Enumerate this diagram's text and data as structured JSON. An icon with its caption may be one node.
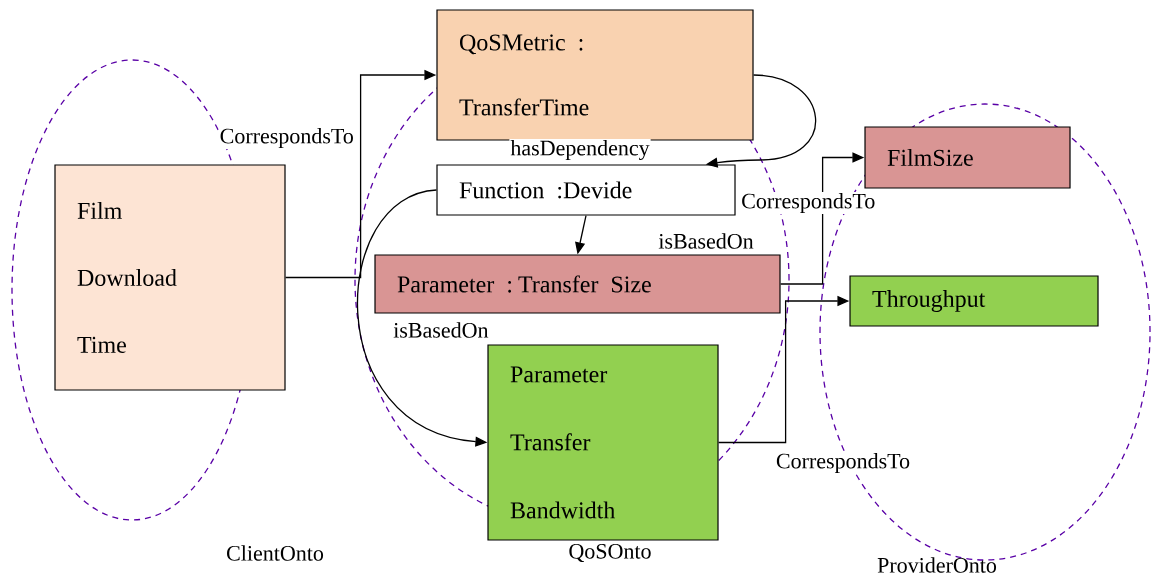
{
  "diagram": {
    "nodes": [
      {
        "text": [
          "ClientOnto"
        ]
      },
      {
        "text": [
          "QoSOnto"
        ]
      },
      {
        "text": [
          "ProviderOnto"
        ]
      },
      {
        "text": [
          "Film Download Time"
        ],
        "in": 0
      },
      {
        "text": [
          "QoSMetric : TransferTime"
        ]
      },
      {
        "text": [
          "Function :Devide"
        ],
        "in": 1
      },
      {
        "text": [
          "Parameter : Transfer Size"
        ],
        "in": 1
      },
      {
        "text": [
          "Parameter Transfer Bandwidth"
        ]
      },
      {
        "text": [
          "FilmSize"
        ],
        "in": 2
      },
      {
        "text": [
          "Throughput"
        ],
        "in": 2
      }
    ],
    "edges": [
      {
        "from": 3,
        "to": 4,
        "arrow": "to",
        "label": "CorrespondsTo"
      },
      {
        "from": 4,
        "to": 5,
        "arrow": "to",
        "label": "hasDependency"
      },
      {
        "from": 5,
        "to": 6,
        "arrow": "to",
        "label": "isBasedOn"
      },
      {
        "from": 5,
        "to": 7,
        "arrow": "to",
        "label": "isBasedOn"
      },
      {
        "from": 6,
        "to": 8,
        "arrow": "to",
        "label": "CorrespondsTo"
      },
      {
        "from": 7,
        "to": 9,
        "arrow": "to",
        "label": "CorrespondsTo"
      }
    ]
  }
}
